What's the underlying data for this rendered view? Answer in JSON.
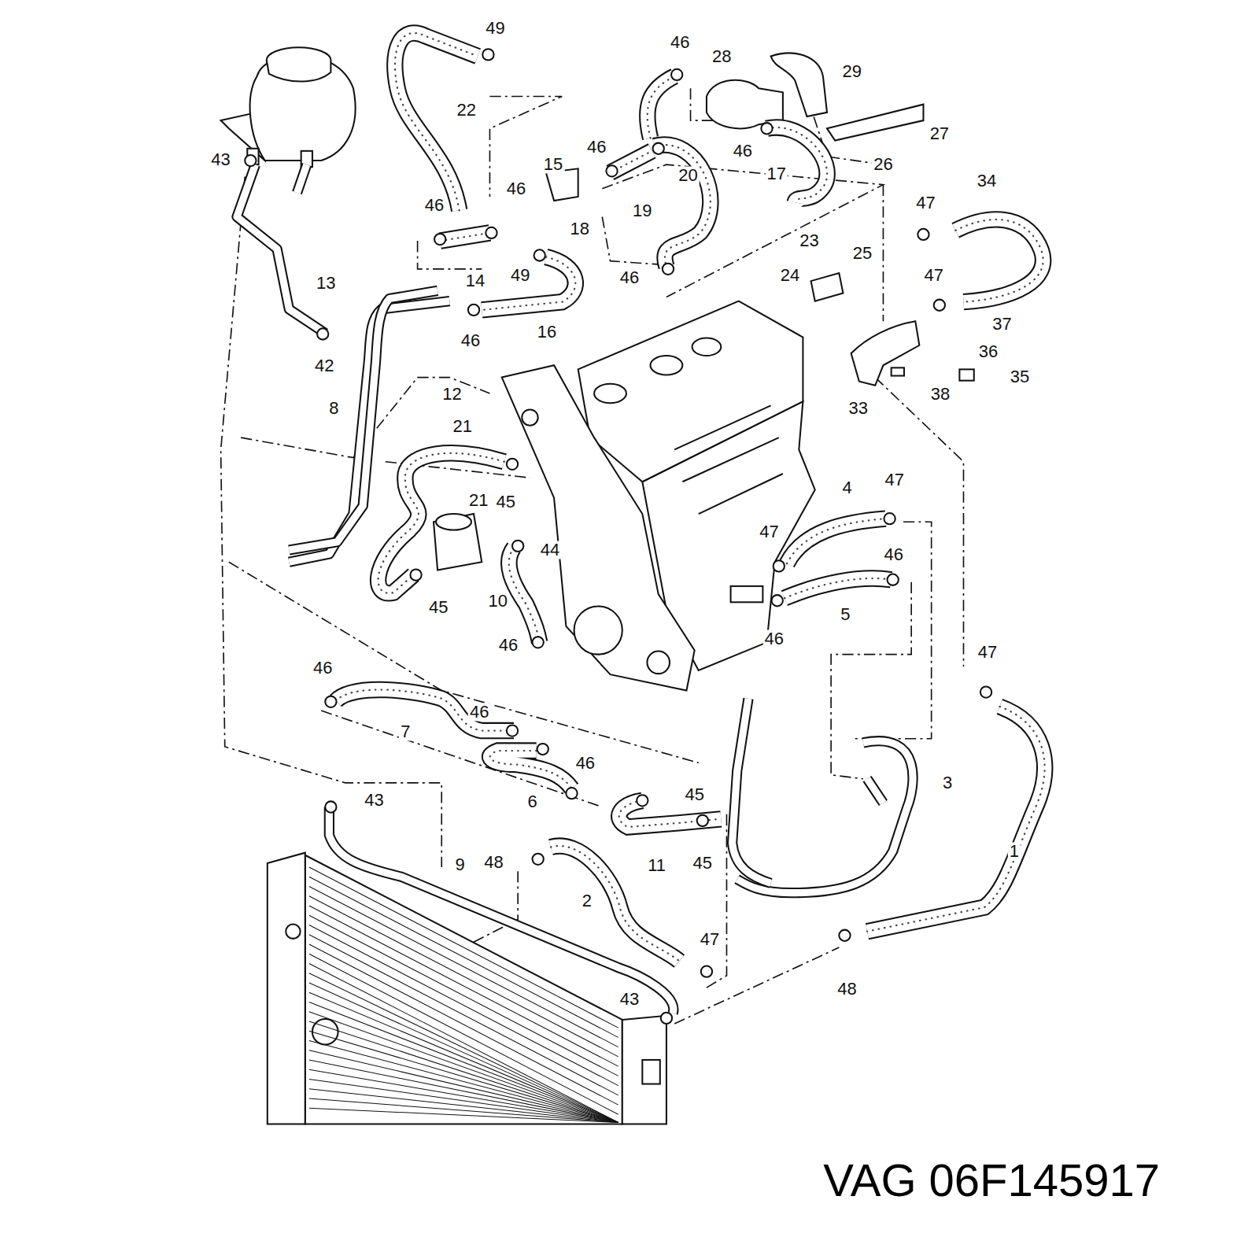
{
  "diagram": {
    "caption": "VAG 06F145917",
    "labels": [
      "49",
      "22",
      "46",
      "28",
      "29",
      "27",
      "26",
      "17",
      "46",
      "15",
      "46",
      "20",
      "19",
      "18",
      "46",
      "46",
      "14",
      "49",
      "46",
      "16",
      "46",
      "43",
      "13",
      "42",
      "8",
      "12",
      "21",
      "21",
      "45",
      "44",
      "10",
      "45",
      "46",
      "34",
      "47",
      "23",
      "24",
      "25",
      "47",
      "37",
      "36",
      "35",
      "38",
      "33",
      "4",
      "47",
      "47",
      "46",
      "5",
      "46",
      "47",
      "46",
      "7",
      "46",
      "46",
      "6",
      "3",
      "43",
      "45",
      "48",
      "11",
      "45",
      "9",
      "1",
      "2",
      "47",
      "43",
      "48"
    ]
  }
}
